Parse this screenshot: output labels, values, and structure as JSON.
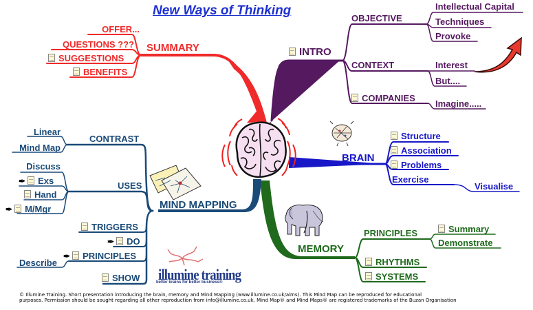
{
  "title": "New Ways of Thinking",
  "colors": {
    "title": "#1c2fd0",
    "summary": "#f02a2a",
    "intro": "#55195f",
    "brain": "#1818c8",
    "memory": "#1f6a1c",
    "mind_mapping": "#1a4a78",
    "arrow": "#e83a2c"
  },
  "center": {
    "image": "brain-image"
  },
  "branches": {
    "summary": {
      "label": "SUMMARY",
      "children": [
        {
          "label": "OFFER...",
          "icon": null
        },
        {
          "label": "QUESTIONS ???",
          "icon": null
        },
        {
          "label": "SUGGESTIONS",
          "icon": "document-icon"
        },
        {
          "label": "BENEFITS",
          "icon": "document-icon"
        }
      ]
    },
    "intro": {
      "label": "INTRO",
      "icon": "document-icon",
      "children": [
        {
          "label": "OBJECTIVE",
          "children": [
            "Intellectual Capital",
            "Techniques",
            "Provoke"
          ]
        },
        {
          "label": "CONTEXT",
          "children": [
            "Interest",
            "But...."
          ]
        },
        {
          "label": "COMPANIES",
          "icon": "document-icon",
          "children": [
            "Imagine....."
          ]
        }
      ]
    },
    "brain": {
      "label": "BRAIN",
      "children": [
        {
          "label": "Structure",
          "icon": "document-icon"
        },
        {
          "label": "Association",
          "icon": "document-icon"
        },
        {
          "label": "Problems",
          "icon": "document-icon"
        },
        {
          "label": "Exercise",
          "children": [
            "Visualise"
          ]
        }
      ]
    },
    "memory": {
      "label": "MEMORY",
      "children": [
        {
          "label": "PRINCIPLES",
          "children": [
            {
              "label": "Summary",
              "icon": "document-icon"
            },
            {
              "label": "Demonstrate"
            }
          ]
        },
        {
          "label": "RHYTHMS",
          "icon": "document-icon"
        },
        {
          "label": "SYSTEMS",
          "icon": "document-icon"
        }
      ]
    },
    "mind_mapping": {
      "label": "MIND MAPPING",
      "children": [
        {
          "label": "CONTRAST",
          "children": [
            "Linear",
            "Mind Map"
          ]
        },
        {
          "label": "USES",
          "children": [
            {
              "label": "Discuss"
            },
            {
              "label": "Exs",
              "icons": [
                "pen-icon",
                "document-icon"
              ]
            },
            {
              "label": "Hand",
              "icons": [
                "document-icon"
              ]
            },
            {
              "label": "M/Mgr",
              "icons": [
                "pen-icon",
                "document-icon"
              ]
            }
          ]
        },
        {
          "label": "TRIGGERS",
          "icons": [
            "document-icon"
          ]
        },
        {
          "label": "DO",
          "icons": [
            "pen-icon",
            "document-icon"
          ]
        },
        {
          "label": "PRINCIPLES",
          "icons": [
            "pen-icon",
            "document-icon"
          ],
          "children": [
            "Describe"
          ]
        },
        {
          "label": "SHOW",
          "icons": [
            "document-icon"
          ]
        }
      ]
    }
  },
  "logo": {
    "name": "illumine training",
    "tagline": "better brains for better business®"
  },
  "footer": {
    "line1": "© Illumine Training. Short presentation introducing the brain, memory and Mind Mapping  (www.illumine.co.uk/aims). This Mind Map can be reproduced for educational",
    "line2": "purposes. Permission should be sought regarding all other reproduction from info@illumine.co.uk. Mind Map® and Mind Maps® are registered trademarks of the Buzan Organisation"
  }
}
